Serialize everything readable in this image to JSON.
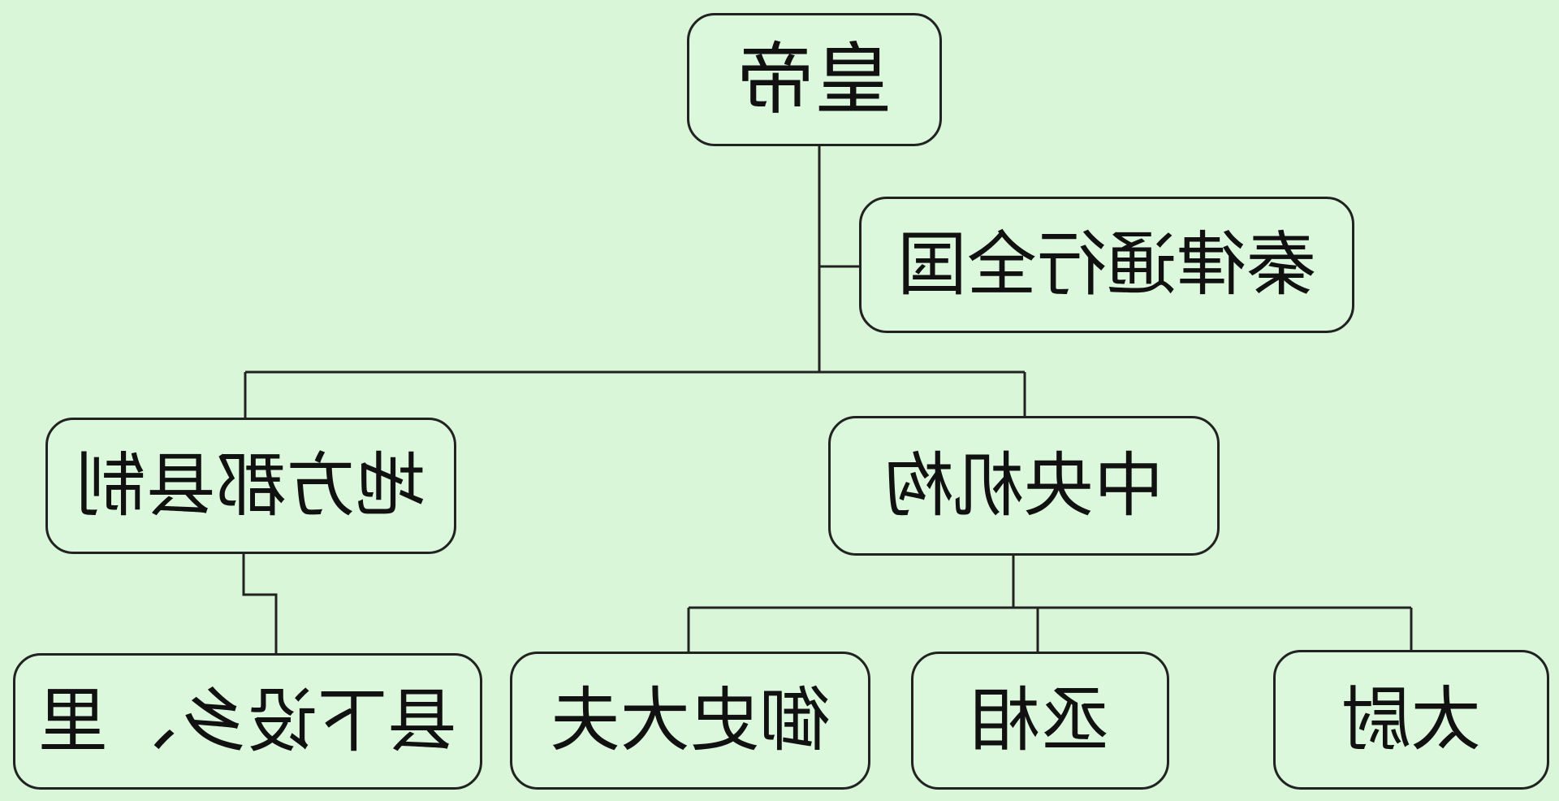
{
  "diagram": {
    "nodes": {
      "emperor": "皇帝",
      "qin_law": "秦律通行全国",
      "local_system": "地方郡县制",
      "central_institutions": "中央机构",
      "county_subdivision": "县下设乡、里",
      "yushi_dafu": "御史大夫",
      "chengxiang": "丞相",
      "taiwei": "太尉"
    },
    "colors": {
      "background": "#d9f6d9",
      "node_fill": "#dcf8dc",
      "stroke": "#222222"
    }
  }
}
